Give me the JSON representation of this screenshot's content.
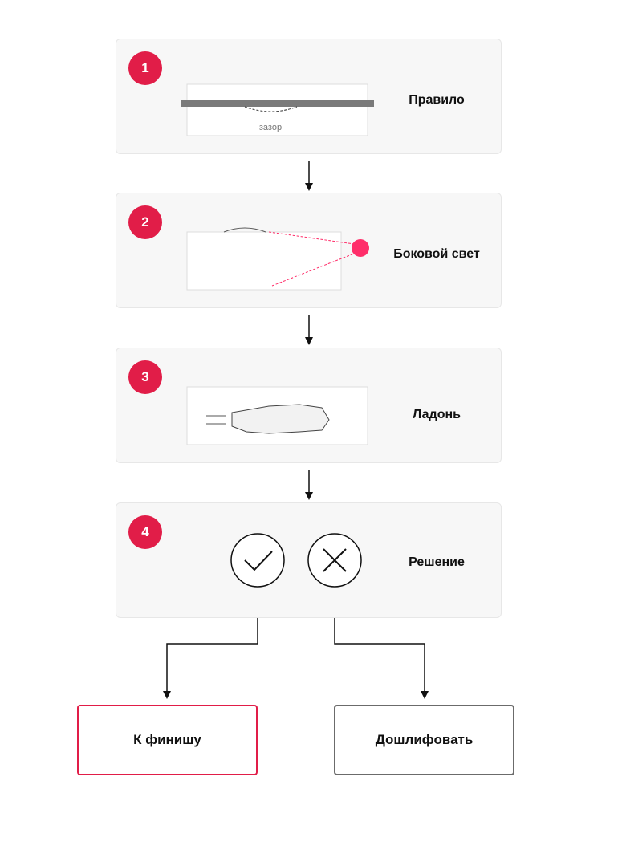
{
  "colors": {
    "accent": "#e11d48",
    "accent_dot": "#ff2e6a",
    "card_bg": "#f7f7f7",
    "neutral_border": "#6b6b6b",
    "line": "#111111"
  },
  "steps": [
    {
      "number": "1",
      "label": "Правило",
      "illustration_text": "зазор"
    },
    {
      "number": "2",
      "label": "Боковой свет"
    },
    {
      "number": "3",
      "label": "Ладонь"
    },
    {
      "number": "4",
      "label": "Решение",
      "icons": [
        "check-icon",
        "cross-icon"
      ]
    }
  ],
  "outcomes": {
    "accept": {
      "label": "К финишу"
    },
    "reject": {
      "label": "Дошлифовать"
    }
  }
}
